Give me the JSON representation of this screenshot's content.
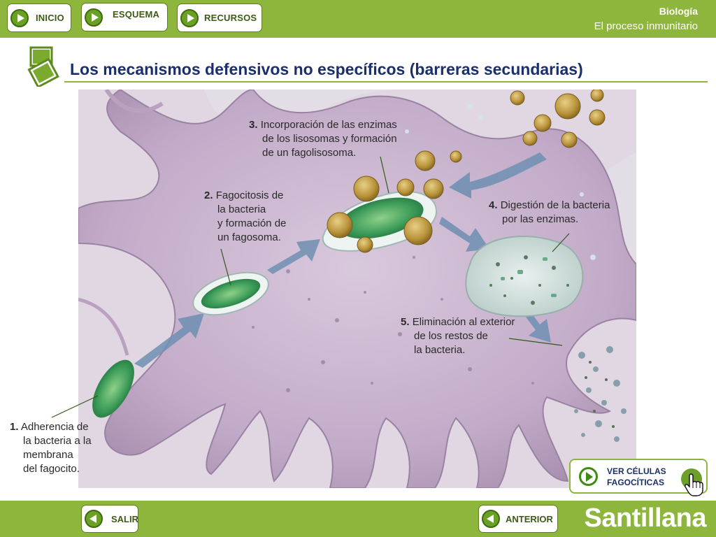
{
  "topbar": {
    "buttons": [
      {
        "label": "INICIO",
        "icon": "play-arrow-icon"
      },
      {
        "label": "ESQUEMA",
        "icon": "play-arrow-icon"
      },
      {
        "label": "RECURSOS",
        "icon": "play-arrow-icon"
      }
    ],
    "subject": "Biología",
    "unit": "El proceso inmunitario"
  },
  "page": {
    "title": "Los mecanismos defensivos no específicos (barreras secundarias)",
    "title_icon": "overlapping-squares-icon"
  },
  "labels": [
    {
      "number": "1.",
      "lines": [
        "Adherencia de",
        "la bacteria a la",
        "membrana",
        "del fagocito."
      ]
    },
    {
      "number": "2.",
      "lines": [
        "Fagocitosis de",
        "la bacteria",
        "y formación de",
        "un fagosoma."
      ]
    },
    {
      "number": "3.",
      "lines": [
        "Incorporación de las enzimas",
        "de los lisosomas y formación",
        "de un fagolisosoma."
      ]
    },
    {
      "number": "4.",
      "lines": [
        "Digestión de la bacteria",
        "por las enzimas."
      ]
    },
    {
      "number": "5.",
      "lines": [
        "Eliminación al exterior",
        "de los restos de",
        "la bacteria."
      ]
    }
  ],
  "cells_button": {
    "line1": "VER CÉLULAS",
    "line2": "FAGOCÍTICAS",
    "icon": "play-arrow-icon",
    "cursor_icon": "hand-cursor-icon"
  },
  "bottombar": {
    "exit_label": "SALIR",
    "prev_label": "ANTERIOR",
    "brand": "Santillana"
  },
  "colors": {
    "bar_green": "#8fb63c",
    "title_blue": "#1a2f6b",
    "cell_purple": "#c6b1cc",
    "bacteria_green": "#3a9a5c"
  }
}
